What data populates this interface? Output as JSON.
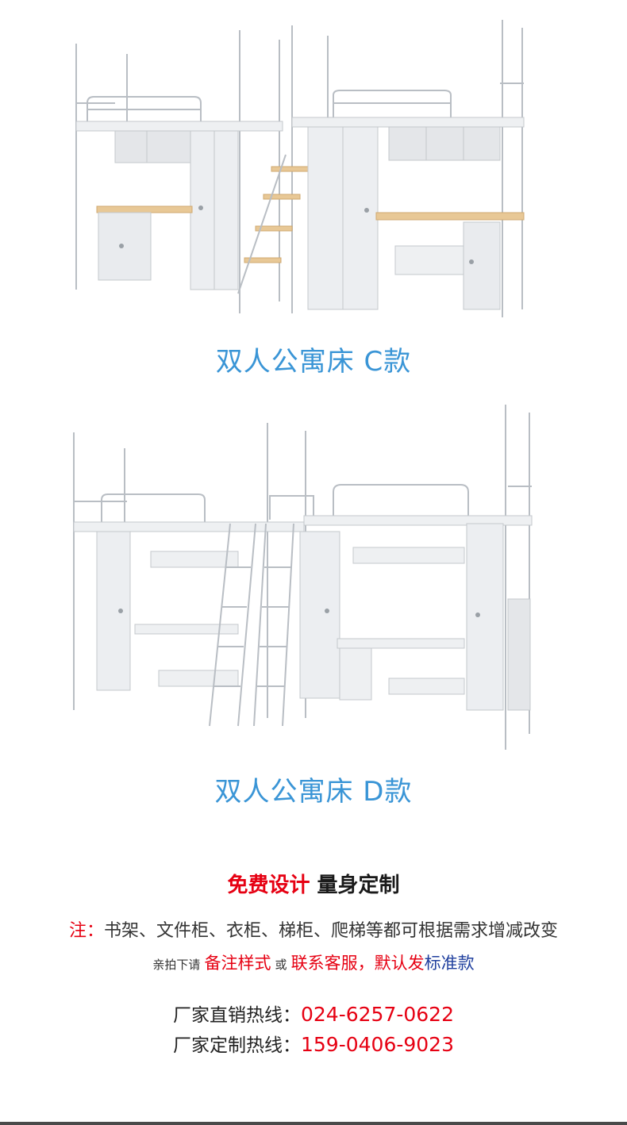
{
  "products": [
    {
      "caption": "双人公寓床  C款"
    },
    {
      "caption": "双人公寓床  D款"
    }
  ],
  "headline": {
    "red": "免费设计",
    "dark": " 量身定制"
  },
  "note": {
    "prefix": "注：",
    "text": "书架、文件柜、衣柜、梯柜、爬梯等都可根据需求增减改变"
  },
  "note2": {
    "small_1": "亲拍下请",
    "red_1": "备注样式",
    "small_2": "或",
    "red_2": "联系客服，默认发",
    "blue": "标准款"
  },
  "hotlines": [
    {
      "label": "厂家直销热线：",
      "number": "024-6257-0622"
    },
    {
      "label": "厂家定制热线：",
      "number": "159-0406-9023"
    }
  ],
  "colors": {
    "caption_blue": "#3a95d6",
    "accent_red": "#e60012",
    "accent_blue": "#1f3f9e",
    "metal": "#e9ebee",
    "wood": "#e8c896"
  }
}
